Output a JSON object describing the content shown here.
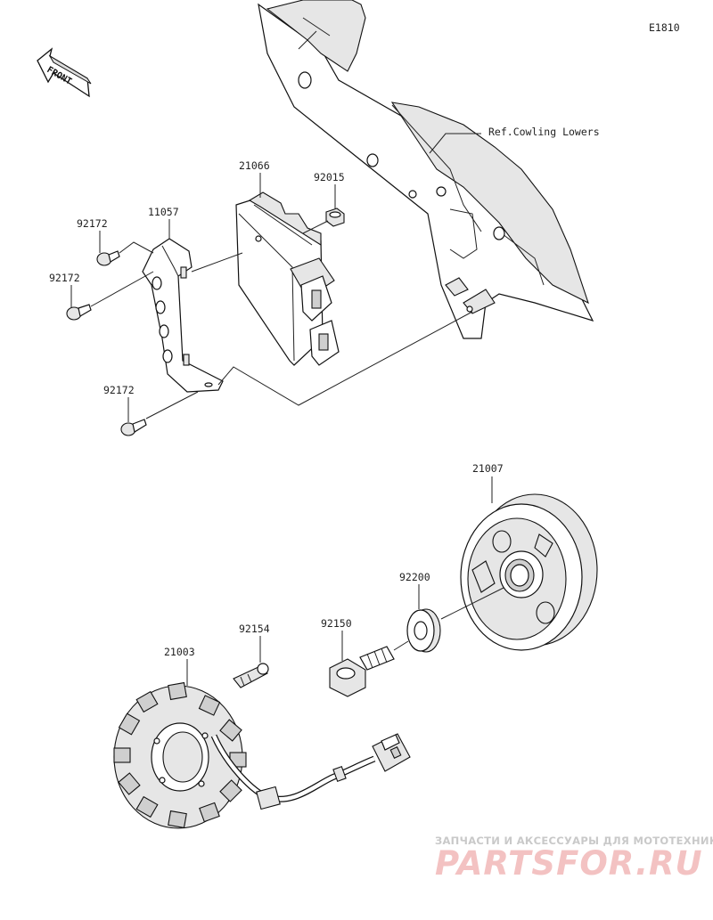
{
  "diagram": {
    "code": "E1810",
    "front_label": "FRONT",
    "reference_label": "Ref.Cowling Lowers",
    "parts": {
      "p21066": "21066",
      "p92015": "92015",
      "p11057": "11057",
      "p92172_a": "92172",
      "p92172_b": "92172",
      "p92172_c": "92172",
      "p21007": "21007",
      "p92200": "92200",
      "p92150": "92150",
      "p92154": "92154",
      "p21003": "21003"
    }
  },
  "watermark": {
    "tagline": "ЗАПЧАСТИ И АКСЕССУАРЫ ДЛЯ МОТОТЕХНИКИ",
    "logo": "PARTSFOR.RU"
  }
}
